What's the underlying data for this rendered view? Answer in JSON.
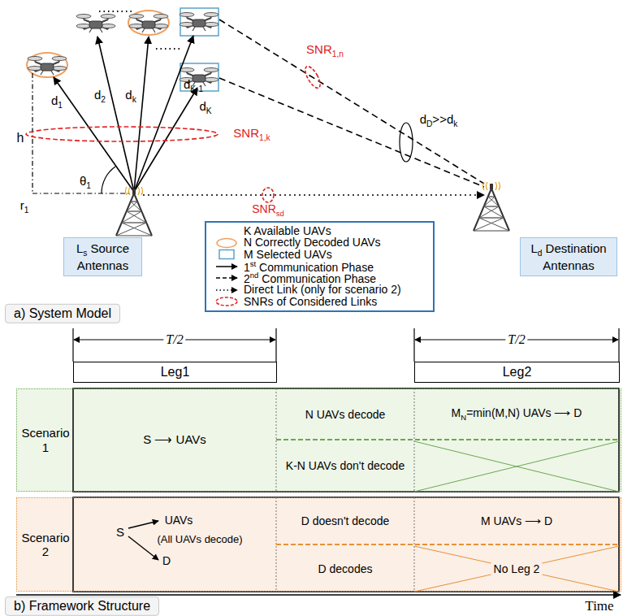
{
  "diagram": {
    "nodes": [
      {
        "text": [
          "Ls Source Antennas"
        ]
      },
      {
        "text": [
          "Ld Destination Antennas"
        ]
      },
      {
        "text": [
          "Leg1"
        ]
      },
      {
        "text": [
          "Leg2"
        ]
      },
      {
        "text": [
          "Scenario 1"
        ]
      },
      {
        "text": [
          "Scenario 2"
        ]
      }
    ],
    "labels": [
      "h",
      "θ1",
      "r1",
      "d1",
      "d2",
      "dk",
      "dK-1",
      "dK",
      "SNR1,k",
      "SNR1,n",
      "dD>>dk",
      "SNRsd",
      "a) System Model",
      "T/2",
      "T/2",
      "S ⟶ UAVs",
      "N UAVs decode",
      "K-N UAVs don't decode",
      "MN=min(M,N) UAVs ⟶ D",
      "S",
      "UAVs",
      "(All UAVs decode)",
      "D",
      "D doesn't decode",
      "D decodes",
      "M UAVs ⟶ D",
      "No Leg 2",
      "Time",
      "b) Framework Structure"
    ],
    "legend": [
      {
        "text": "K Available UAVs"
      },
      {
        "text": "N Correctly Decoded UAVs"
      },
      {
        "text": "M Selected UAVs"
      },
      {
        "text": "1st Communication Phase"
      },
      {
        "text": "2nd Communication Phase"
      },
      {
        "text": "Direct Link (only for scenario 2)"
      },
      {
        "text": "SNRs of Considered Links"
      }
    ]
  }
}
